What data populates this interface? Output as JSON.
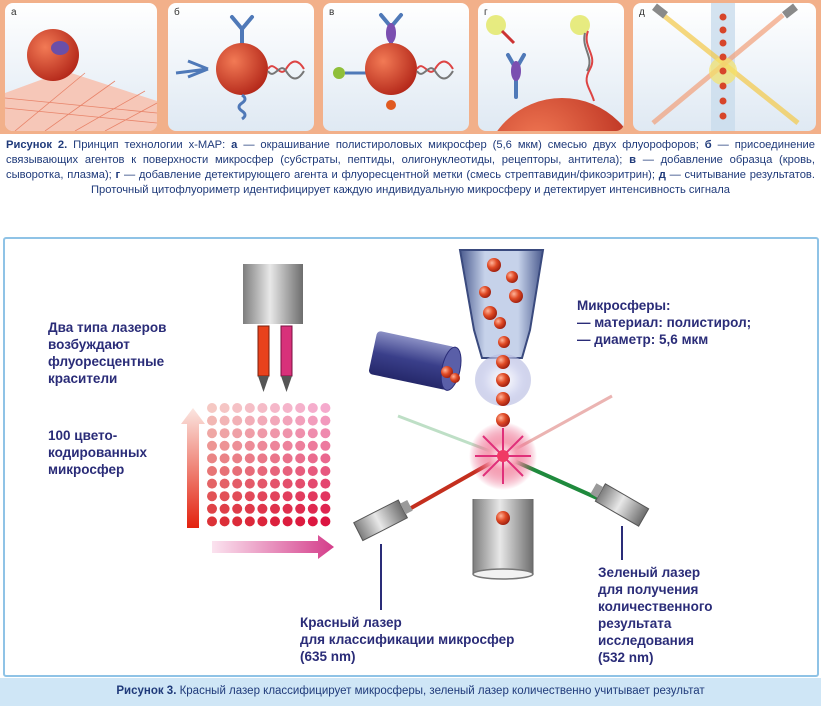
{
  "panels": [
    {
      "letter": "а"
    },
    {
      "letter": "б"
    },
    {
      "letter": "в"
    },
    {
      "letter": "г"
    },
    {
      "letter": "д"
    }
  ],
  "figure2": {
    "label": "Рисунок 2.",
    "text_1": " Принцип технологии x-MAP: ",
    "a": "а",
    "text_a": " — окрашивание полистироловых микросфер (5,6 мкм) смесью двух флуорофоров; ",
    "b": "б",
    "text_b": " — присоединение связывающих агентов к поверхности микросфер (субстраты, пептиды, олигонуклеотиды, рецепторы, антитела); ",
    "v": "в",
    "text_v": " — добавление образца (кровь, сыворотка, плазма); ",
    "g": "г",
    "text_g": " — добавление детектирующего агента и флуоресцентной метки (смесь стрептавидин/фикоэритрин); ",
    "d": "д",
    "text_d": " — считывание результатов. Проточный цитофлуориметр идентифицирует каждую индивидуальную микросферу и детектирует интенсивность сигнала"
  },
  "labels": {
    "lasers": "Два типа лазеров\nвозбуждают\nфлуоресцентные\nкрасители",
    "microspheres_100": "100 цвето-\nкодированных\nмикросфер",
    "microspheres_props": "Микросферы:\n— материал: полистирол;\n— диаметр: 5,6 мкм",
    "red_laser": "Красный лазер\nдля классификации микросфер\n(635 nm)",
    "green_laser": "Зеленый лазер\nдля получения\nколичественного\nрезультата\nисследования\n(532 nm)"
  },
  "figure3": {
    "label": "Рисунок 3.",
    "text": "  Красный лазер классифицирует микросферы, зеленый лазер количественно учитывает результат"
  },
  "colors": {
    "header_orange": "#f2b08a",
    "frame_blue": "#8fc3e6",
    "caption_blue": "#1f3a7a",
    "label_navy": "#2a2c78",
    "sphere_red": "#d7452a"
  }
}
